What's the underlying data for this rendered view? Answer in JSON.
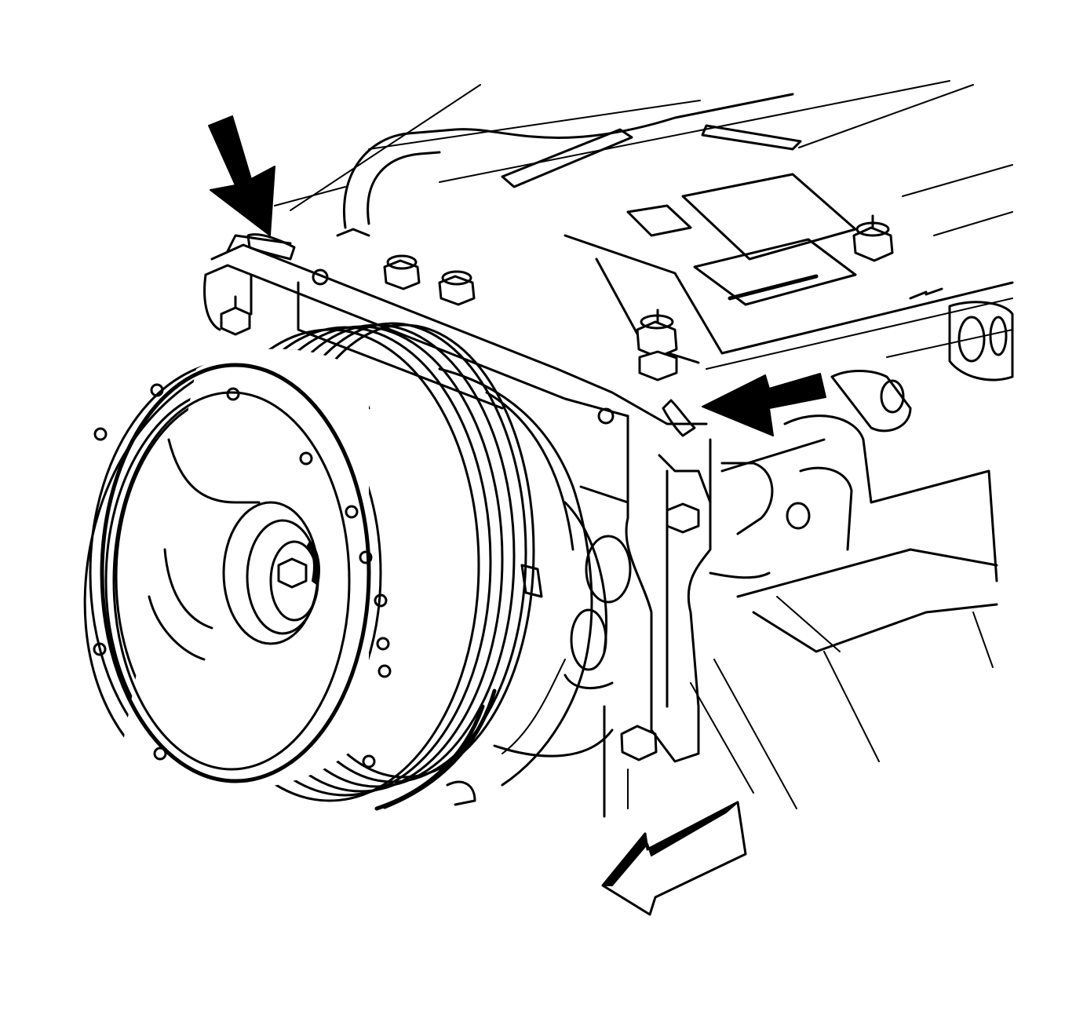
{
  "figure": {
    "caption": "",
    "colors": {
      "ink": "#000000",
      "paper": "#ffffff"
    },
    "callouts": [
      {
        "name": "upper-left-dowel-callout",
        "kind": "black-arrow"
      },
      {
        "name": "right-dowel-callout",
        "kind": "black-arrow"
      },
      {
        "name": "front-direction-indicator",
        "kind": "hollow-arrow"
      }
    ]
  }
}
